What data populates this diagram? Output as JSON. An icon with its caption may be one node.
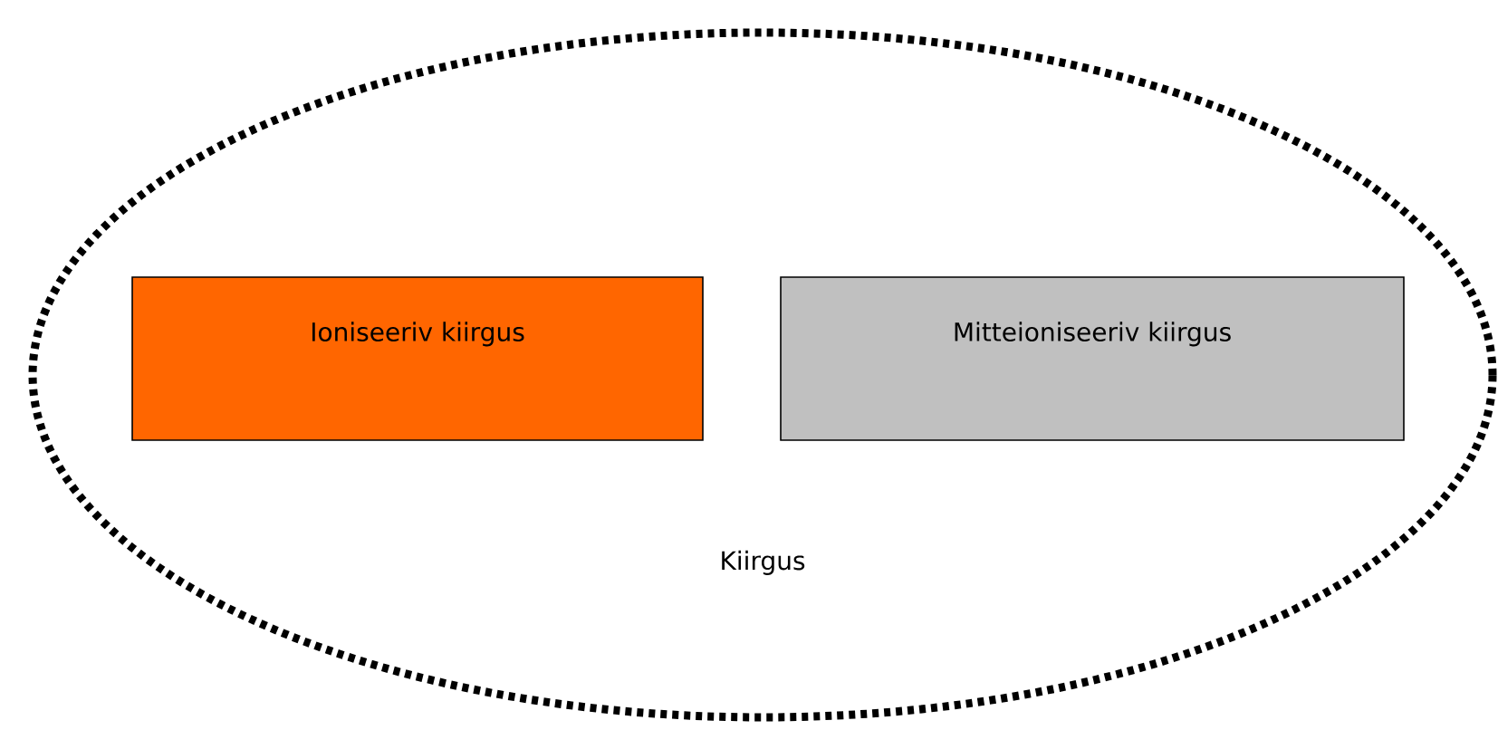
{
  "diagram": {
    "nodes": [
      {
        "text": [
          "Kiirgus"
        ]
      },
      {
        "text": [
          "Ioniseeriv kiirgus"
        ],
        "in": 0
      },
      {
        "text": [
          "Mitteioniseeriv kiirgus"
        ],
        "in": 0
      }
    ]
  }
}
